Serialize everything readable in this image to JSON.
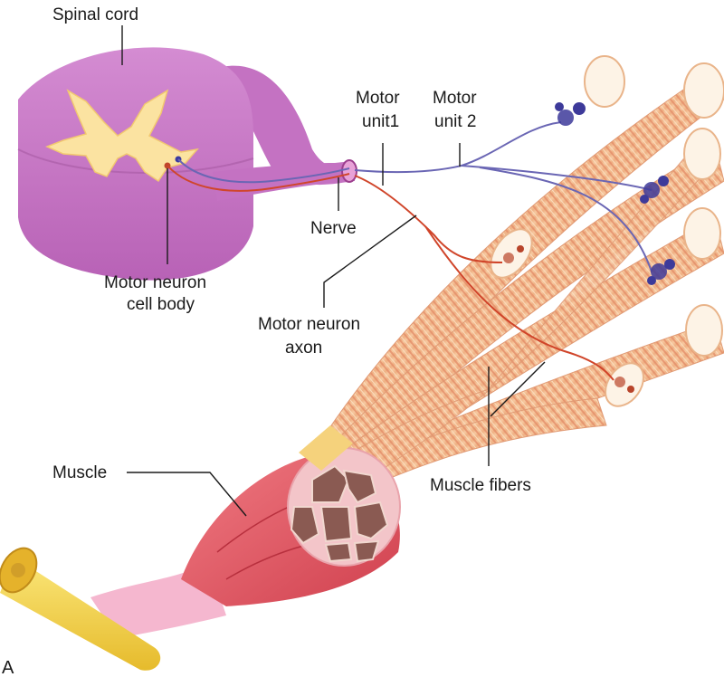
{
  "figure": {
    "panel_letter": "A",
    "subject": "Motor units: spinal cord motor neurons innervating skeletal muscle fibers"
  },
  "labels": {
    "spinal_cord": "Spinal cord",
    "motor_neuron_cell_body_line1": "Motor neuron",
    "motor_neuron_cell_body_line2": "cell body",
    "nerve": "Nerve",
    "motor_unit1_line1": "Motor",
    "motor_unit1_line2": "unit1",
    "motor_unit2_line1": "Motor",
    "motor_unit2_line2": "unit 2",
    "motor_neuron_axon_line1": "Motor neuron",
    "motor_neuron_axon_line2": "axon",
    "muscle": "Muscle",
    "muscle_fibers": "Muscle fibers"
  },
  "colors": {
    "spinal_cord": "#c674c4",
    "gray_matter": "#fbe3a1",
    "motor_unit1_axon": "#d0452a",
    "motor_unit2_axon": "#6a66b4",
    "muscle_fiber": "#f3b98e",
    "muscle_belly": "#e05563",
    "fascicle": "#8a5a52",
    "tendon": "#f2cf45"
  }
}
